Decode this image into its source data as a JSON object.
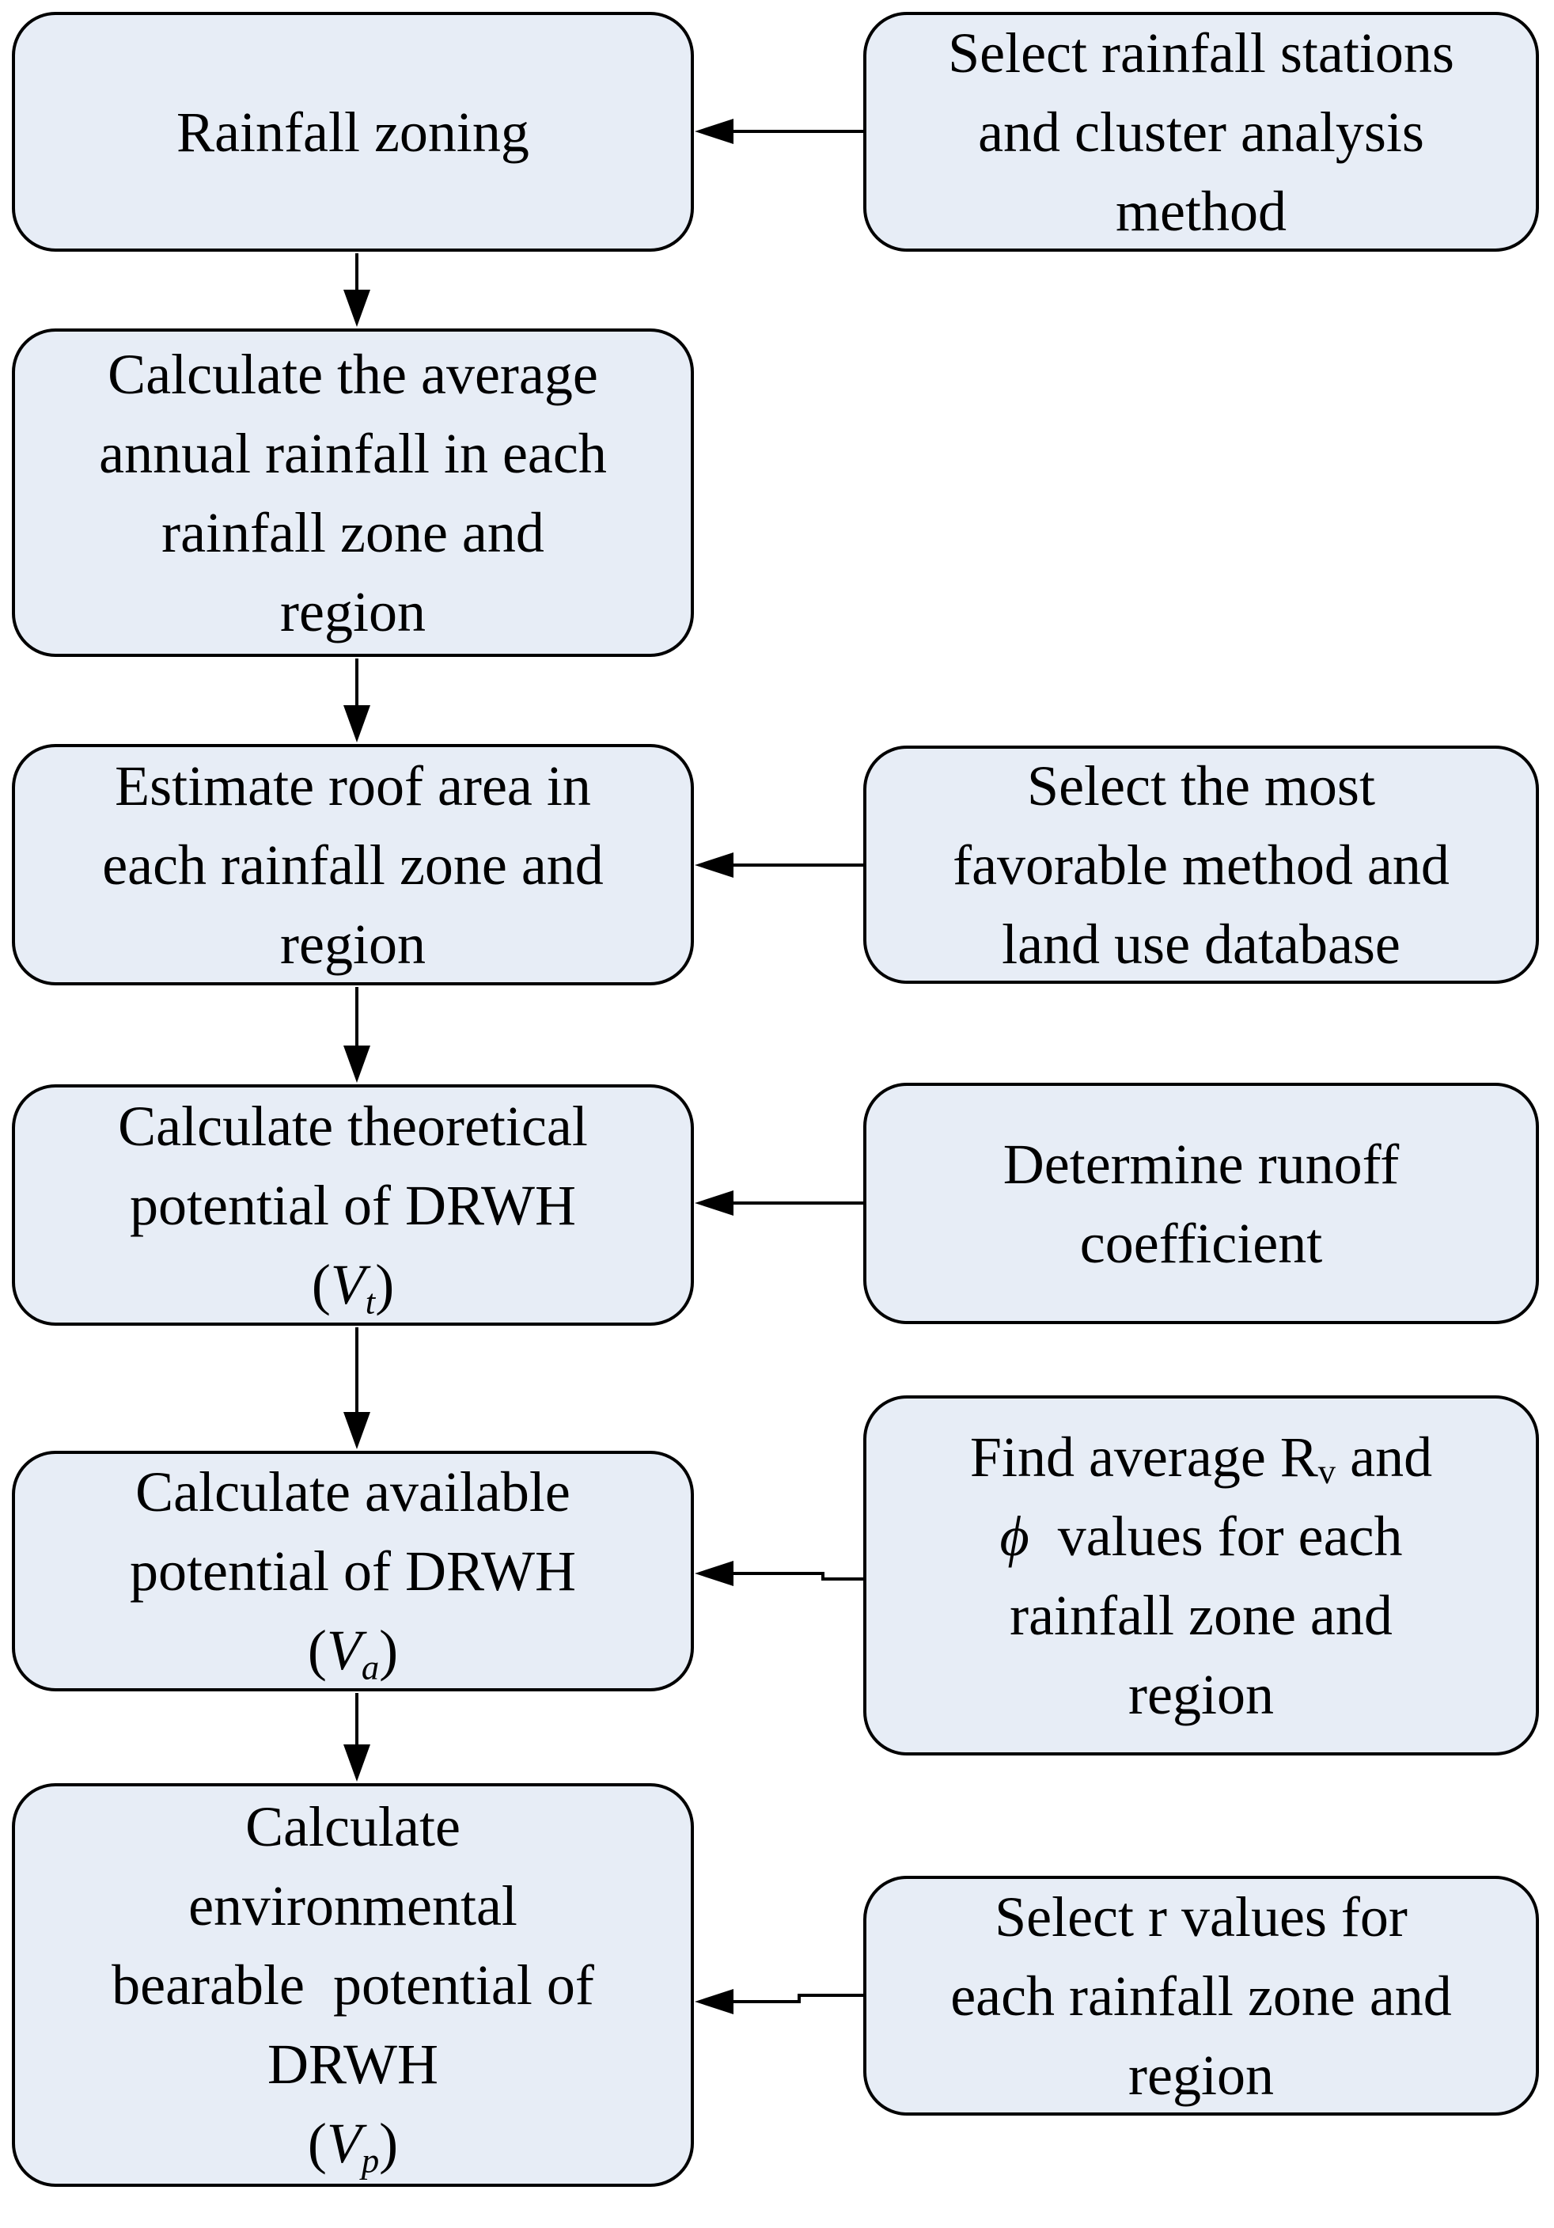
{
  "colors": {
    "background": "#ffffff",
    "node_fill": "#e7edf6",
    "node_border": "#000000",
    "arrow": "#000000",
    "text": "#000000"
  },
  "nodes": {
    "l1": {
      "id": "rainfall-zoning",
      "lines": [
        [
          "Rainfall zoning"
        ]
      ]
    },
    "l2": {
      "id": "calc-average-annual-rainfall",
      "lines": [
        [
          "Calculate the average"
        ],
        [
          "annual rainfall in each"
        ],
        [
          "rainfall zone and"
        ],
        [
          "region"
        ]
      ]
    },
    "l3": {
      "id": "estimate-roof-area",
      "lines": [
        [
          "Estimate roof area in"
        ],
        [
          "each rainfall zone and"
        ],
        [
          "region"
        ]
      ]
    },
    "l4": {
      "id": "calc-theoretical-potential",
      "lines": [
        [
          "Calculate theoretical"
        ],
        [
          "potential of DRWH"
        ],
        [
          "(",
          {
            "t": "V",
            "s": "i"
          },
          {
            "t": "t",
            "s": "isub"
          },
          ")"
        ]
      ]
    },
    "l5": {
      "id": "calc-available-potential",
      "lines": [
        [
          "Calculate available"
        ],
        [
          "potential of DRWH"
        ],
        [
          "(",
          {
            "t": "V",
            "s": "i"
          },
          {
            "t": "a",
            "s": "isub"
          },
          ")"
        ]
      ]
    },
    "l6": {
      "id": "calc-environmental-bearable-potential",
      "lines": [
        [
          "Calculate"
        ],
        [
          "environmental"
        ],
        [
          "bearable  potential of"
        ],
        [
          "DRWH"
        ],
        [
          "(",
          {
            "t": "V",
            "s": "i"
          },
          {
            "t": "p",
            "s": "isub"
          },
          ")"
        ]
      ]
    },
    "r1": {
      "id": "select-rainfall-stations",
      "lines": [
        [
          "Select rainfall stations"
        ],
        [
          "and cluster analysis"
        ],
        [
          "method"
        ]
      ]
    },
    "r2": {
      "id": "select-favorable-method",
      "lines": [
        [
          "Select the most"
        ],
        [
          "favorable method and"
        ],
        [
          "land use database"
        ]
      ]
    },
    "r3": {
      "id": "determine-runoff-coefficient",
      "lines": [
        [
          "Determine runoff"
        ],
        [
          "coefficient"
        ]
      ]
    },
    "r4": {
      "id": "find-average-rv-phi-values",
      "lines": [
        [
          "Find average R",
          {
            "t": "v",
            "s": "sub"
          },
          " and"
        ],
        [
          {
            "t": "ϕ",
            "s": "i"
          },
          "  values for each"
        ],
        [
          "rainfall zone and"
        ],
        [
          "region"
        ]
      ]
    },
    "r5": {
      "id": "select-r-values",
      "lines": [
        [
          "Select r values for"
        ],
        [
          "each rainfall zone and"
        ],
        [
          "region"
        ]
      ]
    }
  },
  "edges": [
    {
      "from": "select-rainfall-stations",
      "to": "rainfall-zoning",
      "direction": "left"
    },
    {
      "from": "rainfall-zoning",
      "to": "calc-average-annual-rainfall",
      "direction": "down"
    },
    {
      "from": "calc-average-annual-rainfall",
      "to": "estimate-roof-area",
      "direction": "down"
    },
    {
      "from": "select-favorable-method",
      "to": "estimate-roof-area",
      "direction": "left"
    },
    {
      "from": "estimate-roof-area",
      "to": "calc-theoretical-potential",
      "direction": "down"
    },
    {
      "from": "determine-runoff-coefficient",
      "to": "calc-theoretical-potential",
      "direction": "left"
    },
    {
      "from": "calc-theoretical-potential",
      "to": "calc-available-potential",
      "direction": "down"
    },
    {
      "from": "find-average-rv-phi-values",
      "to": "calc-available-potential",
      "direction": "left"
    },
    {
      "from": "calc-available-potential",
      "to": "calc-environmental-bearable-potential",
      "direction": "down"
    },
    {
      "from": "select-r-values",
      "to": "calc-environmental-bearable-potential",
      "direction": "left"
    }
  ]
}
